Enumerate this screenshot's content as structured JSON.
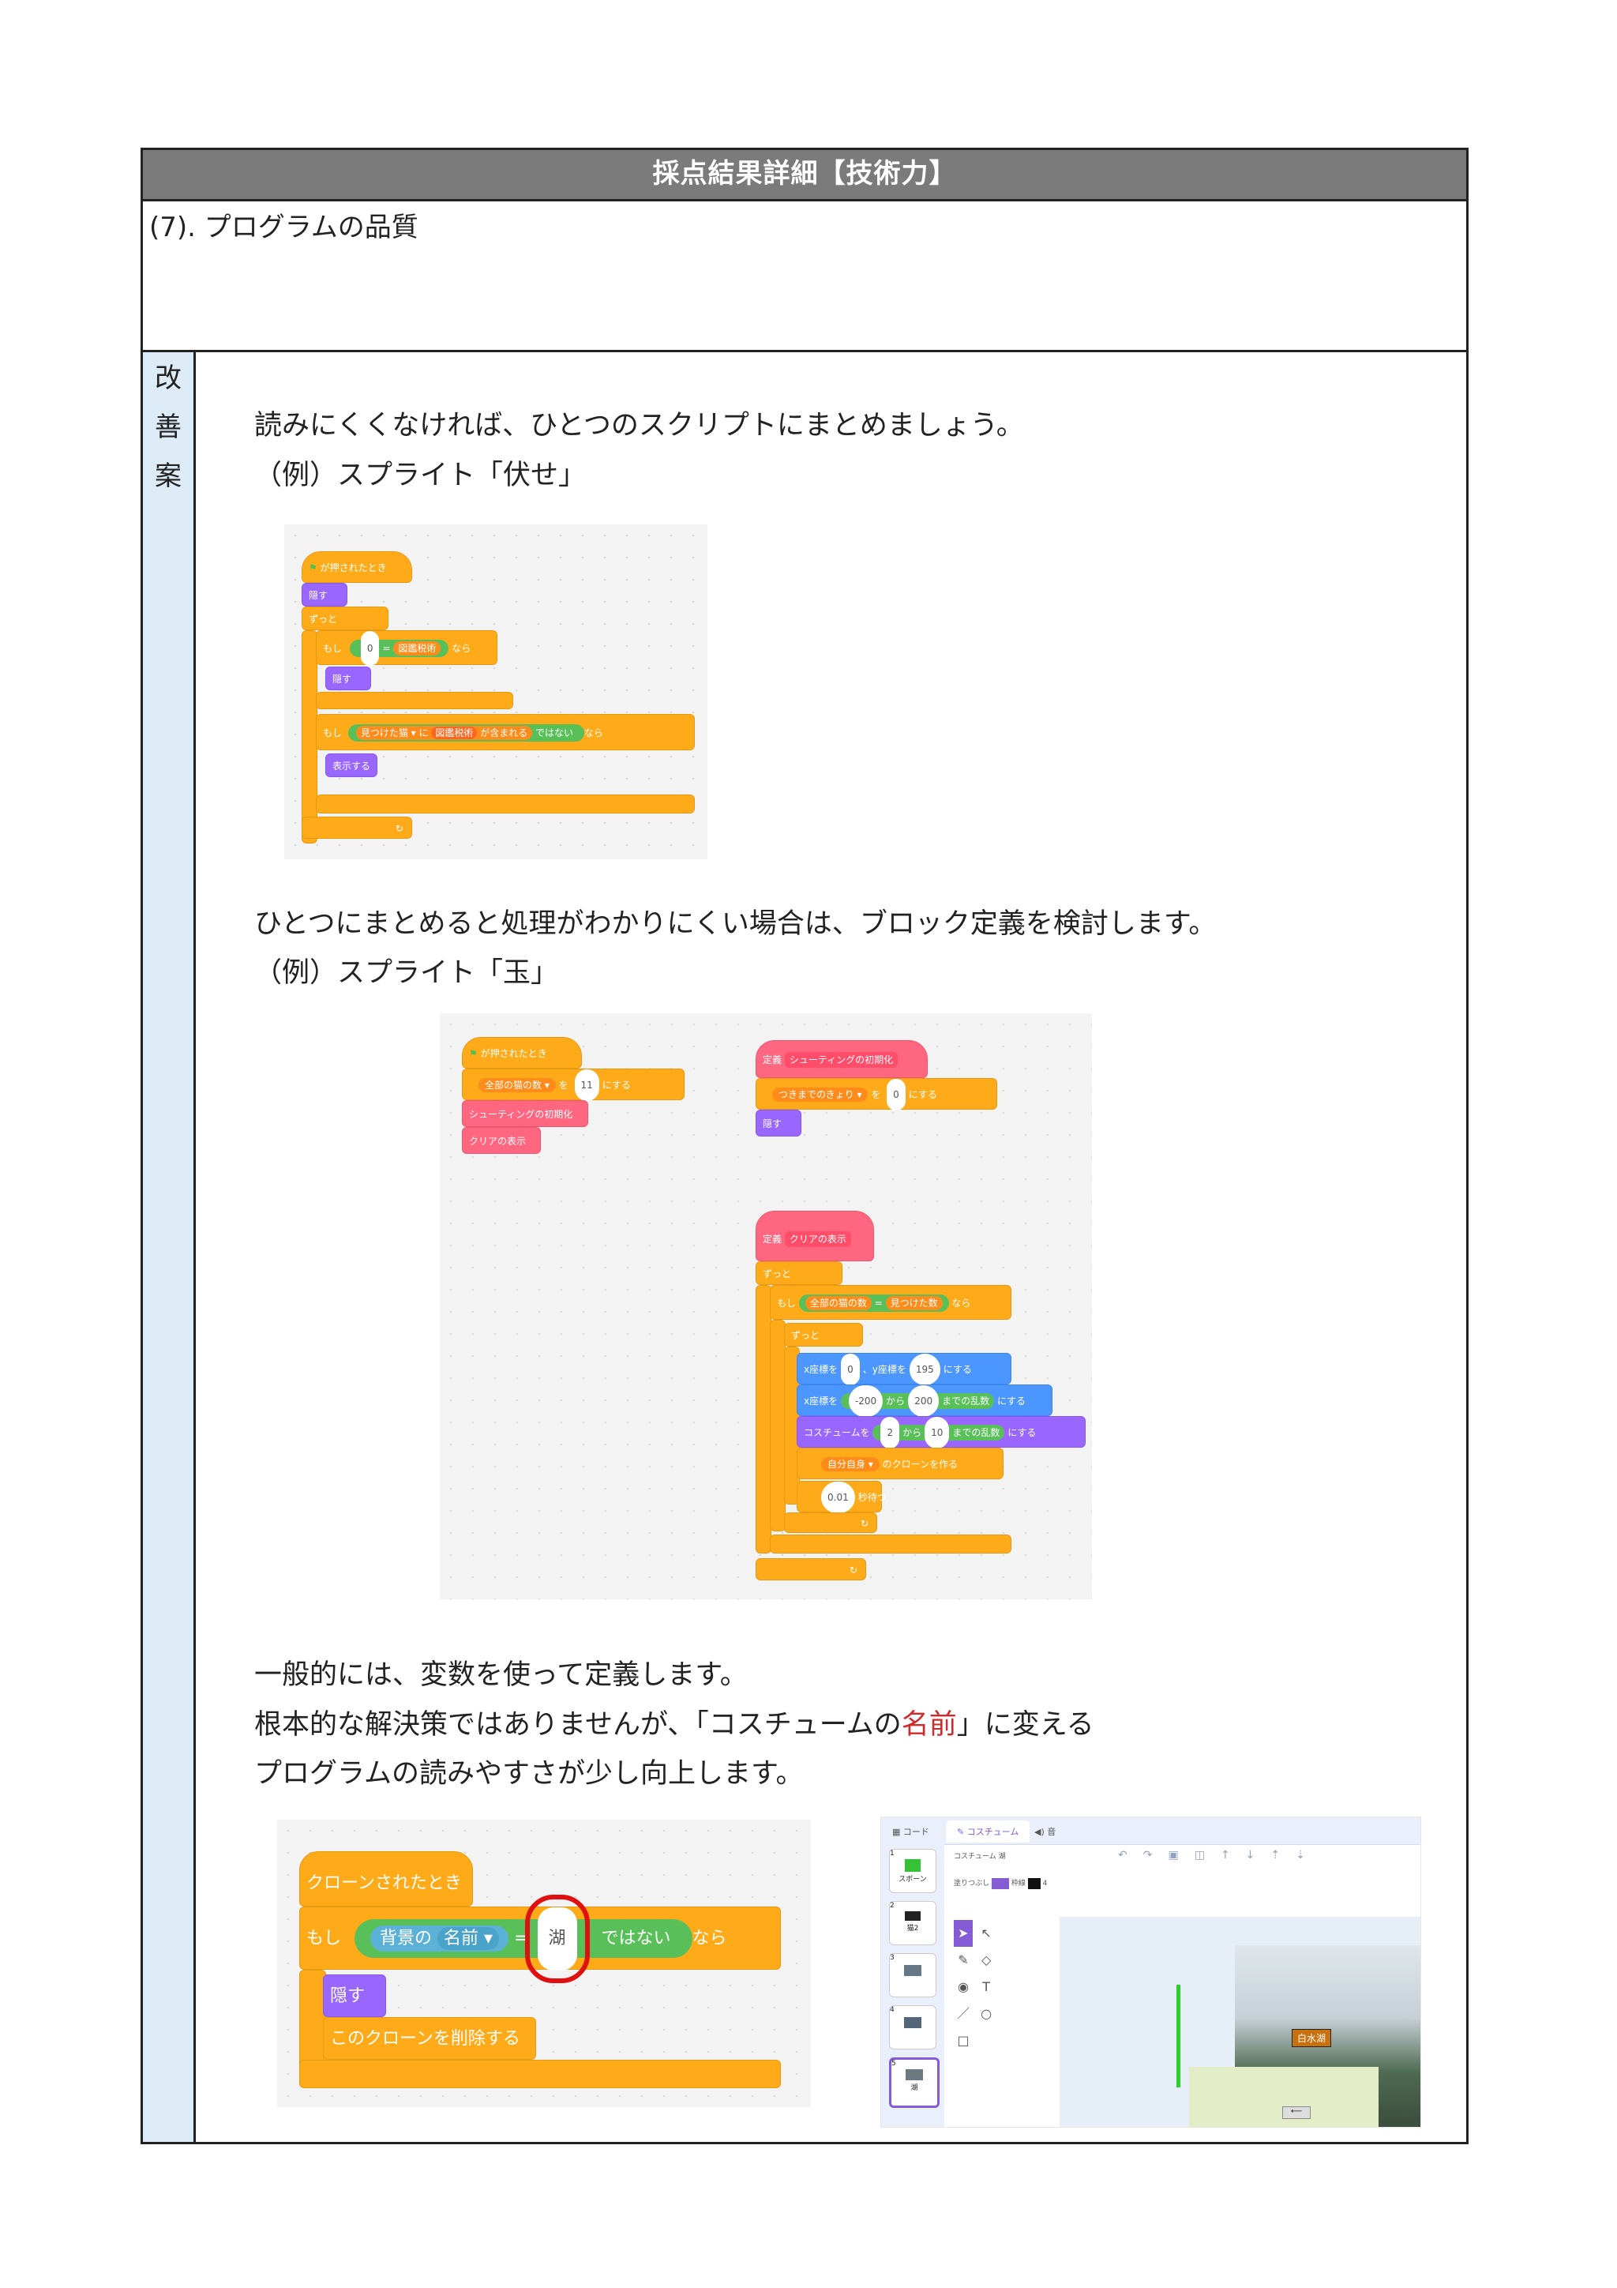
{
  "header": {
    "title": "採点結果詳細【技術力】"
  },
  "section": {
    "title": "(7). プログラムの品質"
  },
  "side_label": [
    "改",
    "善",
    "案"
  ],
  "paragraphs": {
    "p1": "読みにくくなければ、ひとつのスクリプトにまとめましょう。",
    "p2": "（例）スプライト「伏せ」",
    "p3": "ひとつにまとめると処理がわかりにくい場合は、ブロック定義を検討します。",
    "p4": "（例）スプライト「玉」",
    "p5": "一般的には、変数を使って定義します。",
    "p6_before": "根本的な解決策ではありませんが、「コスチュームの",
    "p6_red": "名前",
    "p6_after": "」に変える",
    "p7": "プログラムの読みやすさが少し向上します。"
  },
  "fig1": {
    "hat": "が押されたとき",
    "hide": "隠す",
    "forever": "ずっと",
    "if1_a": "もし",
    "if1_val": "0",
    "if1_eq": "=",
    "if1_var": "図鑑税術",
    "if1_then": "なら",
    "hide2": "隠す",
    "if2_a": "もし",
    "if2_list": "見つけた猫 ▾",
    "if2_ni": "に",
    "if2_var": "図鑑税術",
    "if2_contains": "が含まれる",
    "if2_not": "ではない",
    "if2_then": "なら",
    "show": "表示する"
  },
  "fig2": {
    "hat": "が押されたとき",
    "set1": "全部の猫の数 ▾",
    "set1_wo": "を",
    "set1_val": "11",
    "set1_end": "にする",
    "call1": "シューティングの初期化",
    "call2": "クリアの表示",
    "def1_label": "定義",
    "def1_name": "シューティングの初期化",
    "def1_set": "つきまでのきょり ▾",
    "def1_wo": "を",
    "def1_val": "0",
    "def1_end": "にする",
    "def1_hide": "隠す",
    "def2_label": "定義",
    "def2_name": "クリアの表示",
    "def2_forever": "ずっと",
    "def2_if": "もし",
    "def2_var1": "全部の猫の数",
    "def2_eq": "=",
    "def2_var2": "見つけた数",
    "def2_then": "なら",
    "def2_forever2": "ずっと",
    "goto_x": "x座標を",
    "goto_xval": "0",
    "goto_y": "、y座標を",
    "goto_yval": "195",
    "goto_end": "にする",
    "setx": "x座標を",
    "rand_a": "-200",
    "rand_kara": "から",
    "rand_b": "200",
    "rand_made": "までの乱数",
    "setx_end": "にする",
    "costume": "コスチュームを",
    "c_a": "2",
    "c_kara": "から",
    "c_b": "10",
    "c_made": "までの乱数",
    "c_end": "にする",
    "clone_target": "自分自身 ▾",
    "clone_text": "のクローンを作る",
    "wait_val": "0.01",
    "wait_text": "秒待つ"
  },
  "fig3": {
    "hat": "クローンされたとき",
    "if": "もし",
    "backdrop": "背景の",
    "prop": "名前 ▾",
    "eq": "=",
    "val": "湖",
    "not": "ではない",
    "then": "なら",
    "hide": "隠す",
    "delete": "このクローンを削除する"
  },
  "fig4": {
    "tab_code": "コード",
    "tab_costume": "コスチューム",
    "tab_sound": "音",
    "costume_label": "コスチューム",
    "costume_name": "湖",
    "fill_label": "塗りつぶし",
    "outline_label": "枠線",
    "outline_val": "4",
    "sign_text": "白水湖",
    "thumbs": [
      "1",
      "2",
      "3",
      "4",
      "5"
    ],
    "thumb_names": [
      "スポーン",
      "猫2",
      "",
      "",
      "湖"
    ],
    "accent": "#855cd6",
    "green_line": "#2bd12b"
  }
}
